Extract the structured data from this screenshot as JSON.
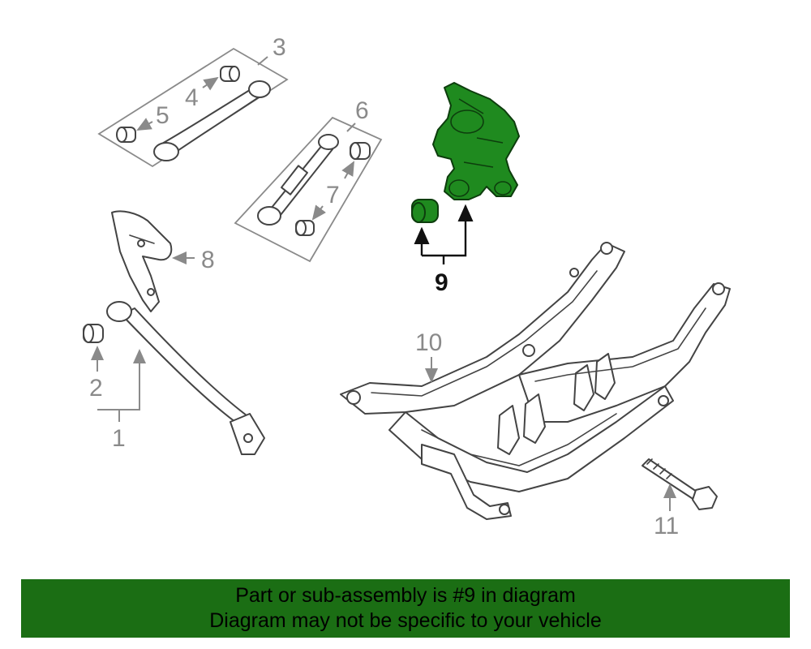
{
  "colors": {
    "highlight": "#1f8a1f",
    "banner_background": "#1b6e14",
    "callout_gray": "#8a8a8a"
  },
  "diagram": {
    "callouts": {
      "c1": "1",
      "c2": "2",
      "c3": "3",
      "c4": "4",
      "c5": "5",
      "c6": "6",
      "c7": "7",
      "c8": "8",
      "c9": "9",
      "c10": "10",
      "c11": "11"
    },
    "highlighted_callout": "9"
  },
  "banner": {
    "line1": "Part or sub-assembly is #9 in diagram",
    "line2": "Diagram may not be specific to your vehicle"
  }
}
